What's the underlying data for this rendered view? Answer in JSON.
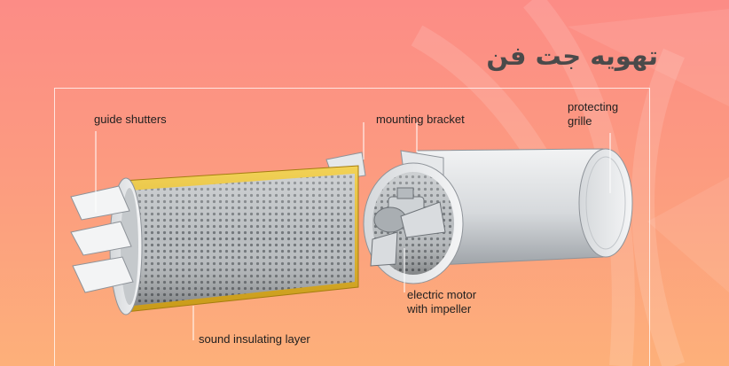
{
  "title": "تهویه جت فن",
  "colors": {
    "background_top": "#fc8c86",
    "background_bottom": "#fdb07a",
    "title": "#4a4a4a",
    "label_text": "#1f1f1f",
    "leader_line": "#ffffff",
    "insulation": "#e8c23a"
  },
  "labels": {
    "guide_shutters": "guide shutters",
    "mounting_bracket": "mounting bracket",
    "protecting_grille": [
      "protecting",
      "grille"
    ],
    "electric_motor": [
      "electric motor",
      "with impeller"
    ],
    "sound_insulating_layer": "sound insulating layer"
  }
}
